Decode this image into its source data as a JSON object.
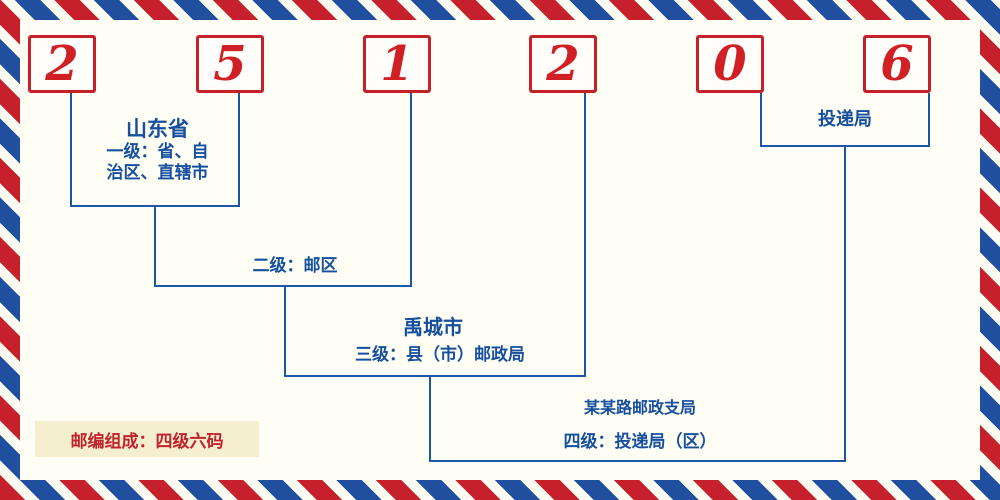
{
  "postal_code": {
    "digits": [
      "2",
      "5",
      "1",
      "2",
      "0",
      "6"
    ]
  },
  "level1": {
    "region": "山东省",
    "desc_line1": "一级：省、自",
    "desc_line2": "治区、直辖市"
  },
  "level2": {
    "desc": "二级：邮区"
  },
  "level3": {
    "city": "禹城市",
    "desc": "三级：县（市）邮政局"
  },
  "level4": {
    "branch": "某某路邮政支局",
    "desc": "四级：投递局（区）"
  },
  "delivery": {
    "label": "投递局"
  },
  "footer": {
    "note": "邮编组成：四级六码"
  },
  "colors": {
    "digit_red": "#d11f26",
    "box_border_red": "#c6202a",
    "line_blue": "#1b56a8",
    "text_blue": "#164f9e",
    "note_red": "#bf232b",
    "note_bg": "#f6efcf",
    "stripe_red": "#c5202b",
    "stripe_blue": "#1f4f9e",
    "background": "#fffef4"
  }
}
